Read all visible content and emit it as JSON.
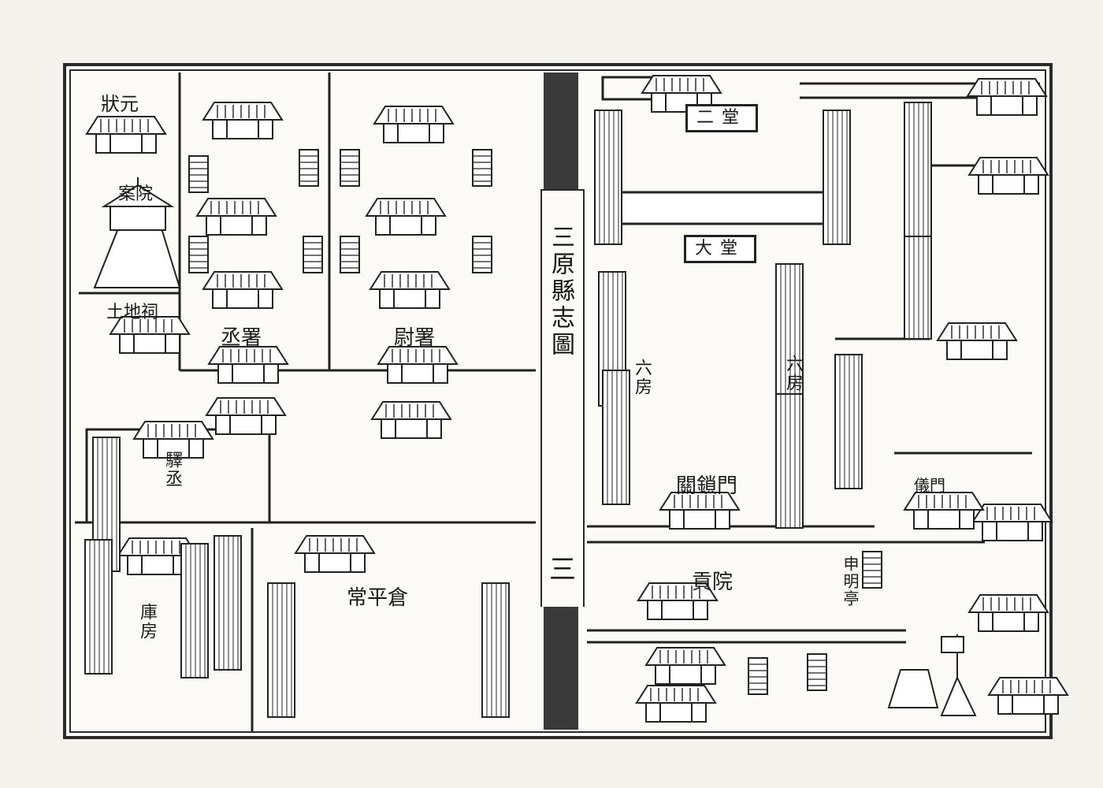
{
  "spine": {
    "title": "三原縣志圖",
    "page_number": "三"
  },
  "left_page": {
    "tower_label": "狀元",
    "yin_label": "案院",
    "tudi_label": "土地祠",
    "cheng_shu": "丞署",
    "wei_shu": "尉署",
    "chang_ping_cang": "常平倉",
    "yi_cheng": "驛丞",
    "ku_label": "庫房"
  },
  "right_page": {
    "er_tang": "二堂",
    "da_tang": "大堂",
    "left_corridor": "六房",
    "right_corridor": "六房",
    "jie_guan_men": "關鎖門",
    "yi_men": "儀門",
    "gong_yuan": "貢院",
    "shen_ming_ting": "申明亭"
  }
}
